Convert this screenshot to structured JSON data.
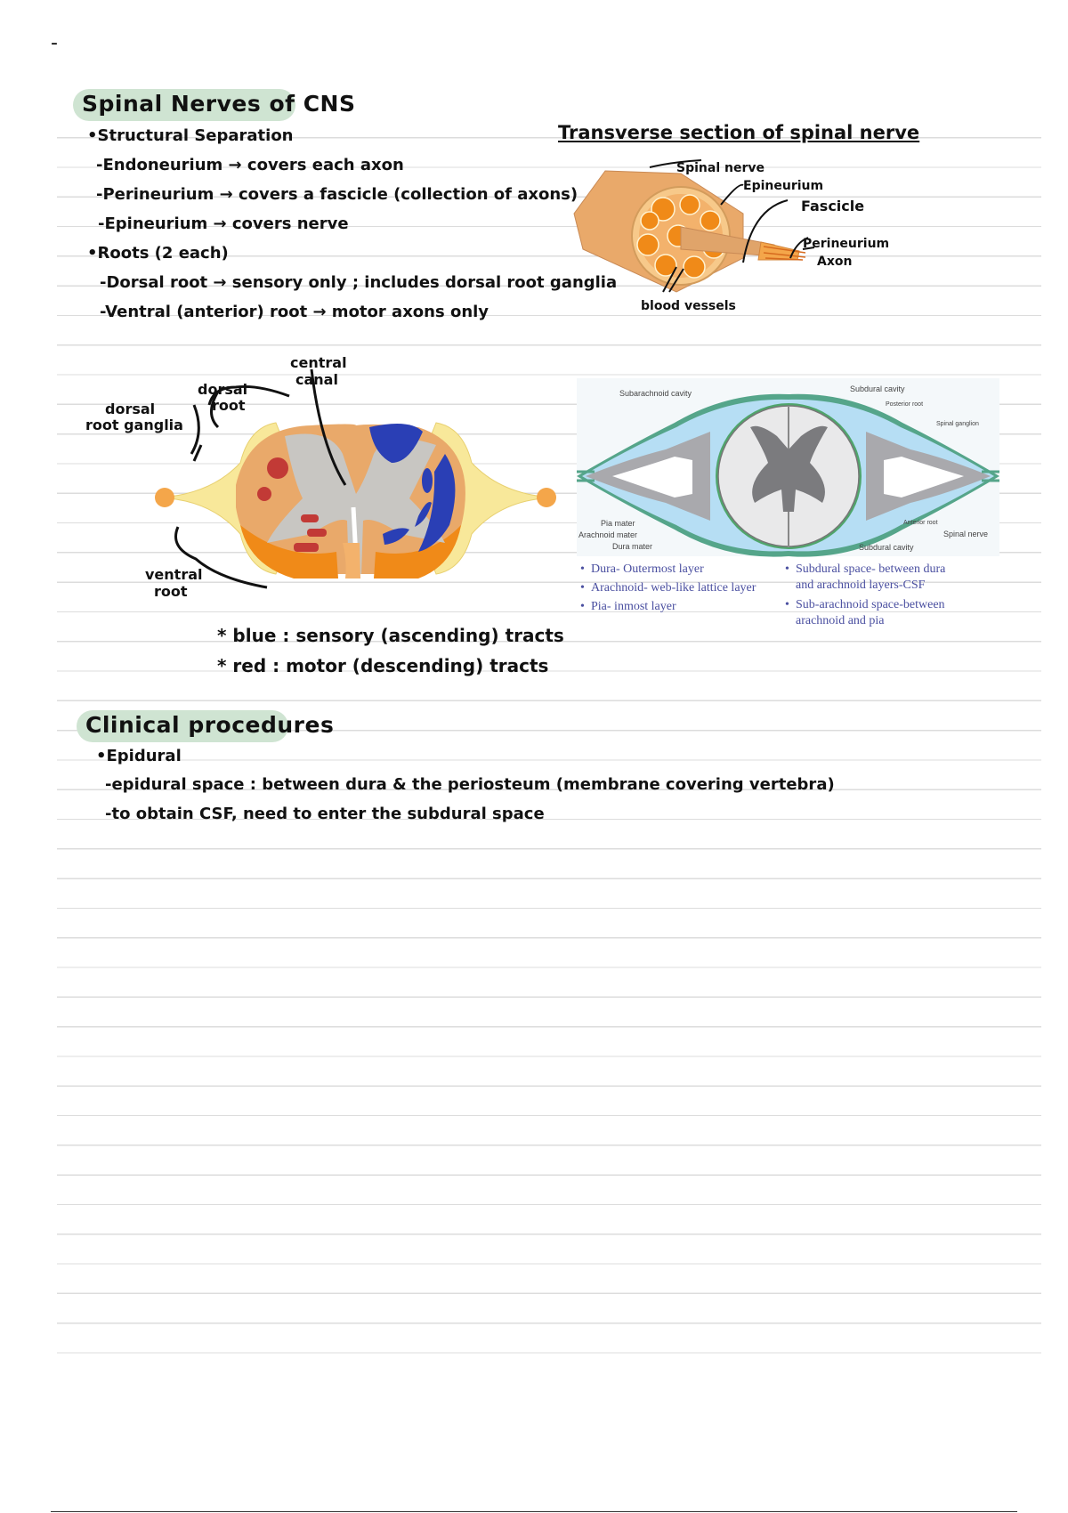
{
  "page_mark": "-",
  "section1": {
    "heading": "Spinal Nerves of CNS",
    "lines": [
      "•Structural Separation",
      "-Endoneurium → covers each axon",
      "-Perineurium → covers a fascicle (collection of axons)",
      "-Epineurium → covers nerve",
      "•Roots (2 each)",
      "-Dorsal root → sensory only ; includes dorsal root ganglia",
      "-Ventral (anterior) root → motor axons only"
    ]
  },
  "nerve_diagram": {
    "title": "Transverse section of spinal nerve",
    "labels": {
      "spinal_nerve": "Spinal nerve",
      "epineurium": "Epineurium",
      "fascicle": "Fascicle",
      "perineurium": "Perineurium",
      "axon": "Axon",
      "blood_vessels": "blood vessels"
    }
  },
  "cord_drawing": {
    "labels": {
      "central_canal_1": "central",
      "central_canal_2": "canal",
      "dorsal_root_1": "dorsal",
      "dorsal_root_2": "root",
      "dorsal_ganglia_1": "dorsal",
      "dorsal_ganglia_2": "root ganglia",
      "ventral_root_1": "ventral",
      "ventral_root_2": "root"
    },
    "legend": [
      "* blue : sensory (ascending) tracts",
      "* red : motor (descending) tracts"
    ],
    "colors": {
      "blue": "#2a3fb5",
      "red": "#c23a36",
      "tan": "#e9a96a",
      "orange": "#f08a18",
      "yellow": "#f8e89a",
      "grey": "#c8c6c2"
    }
  },
  "meninges_diagram": {
    "labels": {
      "subarachnoid": "Subarachnoid cavity",
      "subdural_top": "Subdural cavity",
      "posterior_root": "Posterior root",
      "spinal_ganglion": "Spinal ganglion",
      "pia": "Pia mater",
      "arachnoid": "Arachnoid mater",
      "dura": "Dura mater",
      "anterior_root": "Anterior root",
      "subdural_bottom": "Subdural cavity",
      "spinal_nerve": "Spinal nerve"
    },
    "notes_left": [
      "Dura- Outermost layer",
      "Arachnoid- web-like lattice layer",
      "Pia- inmost layer"
    ],
    "notes_right": [
      "Subdural space- between dura",
      "and arachnoid layers-CSF",
      "Sub-arachnoid space-between",
      "arachnoid and pia"
    ]
  },
  "section2": {
    "heading": "Clinical procedures",
    "lines": [
      "•Epidural",
      "-epidural space : between dura & the periosteum (membrane covering vertebra)",
      "-to obtain CSF, need to enter the subdural space"
    ]
  }
}
